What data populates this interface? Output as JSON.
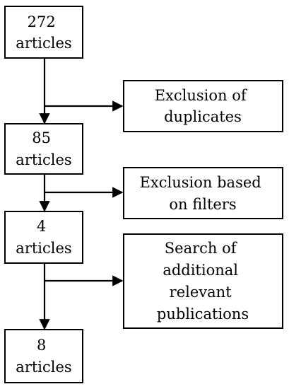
{
  "diagram": {
    "nodes": {
      "count_272": {
        "lines": [
          "272",
          "articles"
        ]
      },
      "count_85": {
        "lines": [
          "85",
          "articles"
        ]
      },
      "count_4": {
        "lines": [
          "4",
          "articles"
        ]
      },
      "count_8": {
        "lines": [
          "8",
          "articles"
        ]
      },
      "step_duplicates": {
        "lines": [
          "Exclusion of",
          "duplicates"
        ]
      },
      "step_filters": {
        "lines": [
          "Exclusion based",
          "on filters"
        ]
      },
      "step_additional": {
        "lines": [
          "Search of",
          "additional",
          "relevant",
          "publications"
        ]
      }
    },
    "edges": [
      {
        "from": "count_272",
        "to": "count_85"
      },
      {
        "from": "count_272",
        "to": "step_duplicates"
      },
      {
        "from": "count_85",
        "to": "count_4"
      },
      {
        "from": "count_85",
        "to": "step_filters"
      },
      {
        "from": "count_4",
        "to": "count_8"
      },
      {
        "from": "count_4",
        "to": "step_additional"
      }
    ],
    "colors": {
      "stroke": "#000000",
      "fill": "#ffffff",
      "text": "#000000"
    }
  }
}
